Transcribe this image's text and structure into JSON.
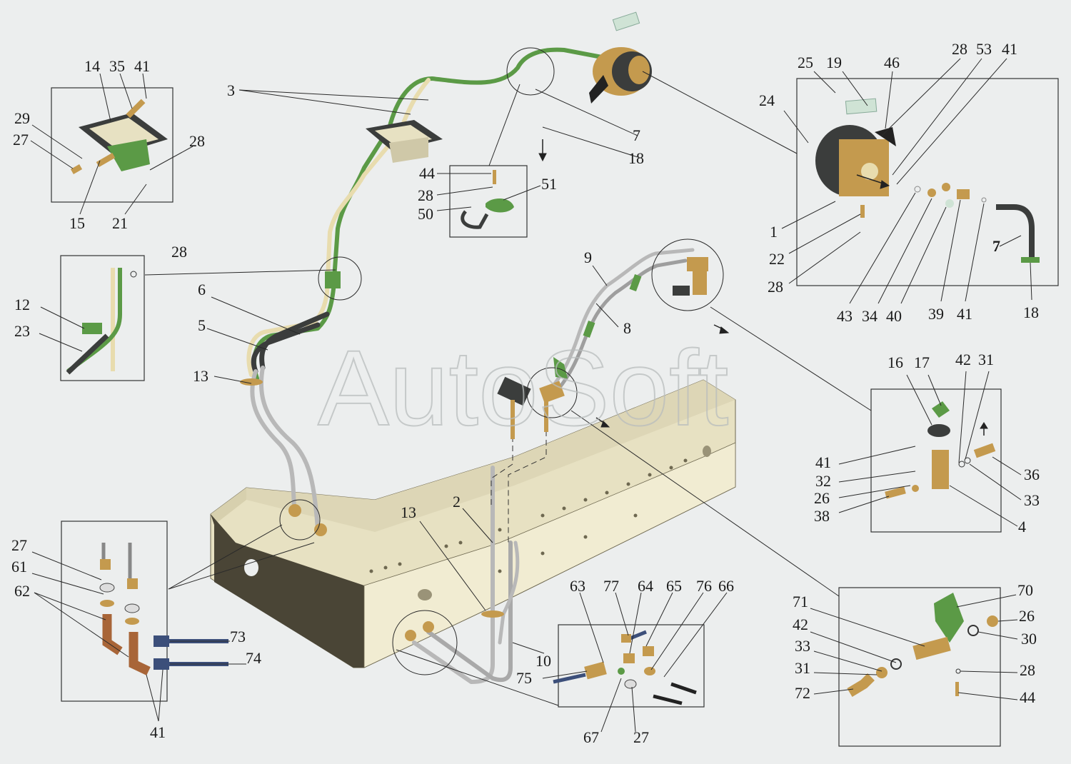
{
  "watermark": "AutoSoft",
  "colors": {
    "background": "#eceeee",
    "frame": "#e7e1c2",
    "frame_shadow": "#4a4536",
    "pipe_green": "#5b9a46",
    "pipe_cream": "#e8dcae",
    "pipe_dark": "#3b3d3c",
    "pipe_grey": "#b8b8b8",
    "brass": "#c49a4e",
    "copper": "#a86538",
    "steel_blue": "#3c4f7a"
  },
  "icons": [
    "arrow-icon"
  ],
  "callouts": {
    "c14": "14",
    "c35": "35",
    "c41a": "41",
    "c29": "29",
    "c27a": "27",
    "c28a": "28",
    "c15": "15",
    "c21": "21",
    "c3": "3",
    "c7a": "7",
    "c18a": "18",
    "c44a": "44",
    "c28b": "28",
    "c50": "50",
    "c51": "51",
    "c28c": "28",
    "c12": "12",
    "c23": "23",
    "c6": "6",
    "c5": "5",
    "c13a": "13",
    "c9": "9",
    "c8": "8",
    "c25": "25",
    "c19": "19",
    "c46": "46",
    "c28d": "28",
    "c53": "53",
    "c41b": "41",
    "c24": "24",
    "c1": "1",
    "c22": "22",
    "c28e": "28",
    "c43": "43",
    "c34": "34",
    "c40": "40",
    "c39": "39",
    "c41c": "41",
    "c18b": "18",
    "c7b": "7",
    "c16": "16",
    "c17": "17",
    "c42a": "42",
    "c31a": "31",
    "c41d": "41",
    "c32": "32",
    "c26a": "26",
    "c38": "38",
    "c36": "36",
    "c33a": "33",
    "c4": "4",
    "c2": "2",
    "c13b": "13",
    "c10": "10",
    "c27b": "27",
    "c61": "61",
    "c62": "62",
    "c73": "73",
    "c74": "74",
    "c41e": "41",
    "c63": "63",
    "c77": "77",
    "c64": "64",
    "c65": "65",
    "c76": "76",
    "c66": "66",
    "c75": "75",
    "c67": "67",
    "c27c": "27",
    "c70": "70",
    "c71": "71",
    "c26b": "26",
    "c42b": "42",
    "c30": "30",
    "c33b": "33",
    "c31b": "31",
    "c28f": "28",
    "c72": "72",
    "c44b": "44"
  }
}
